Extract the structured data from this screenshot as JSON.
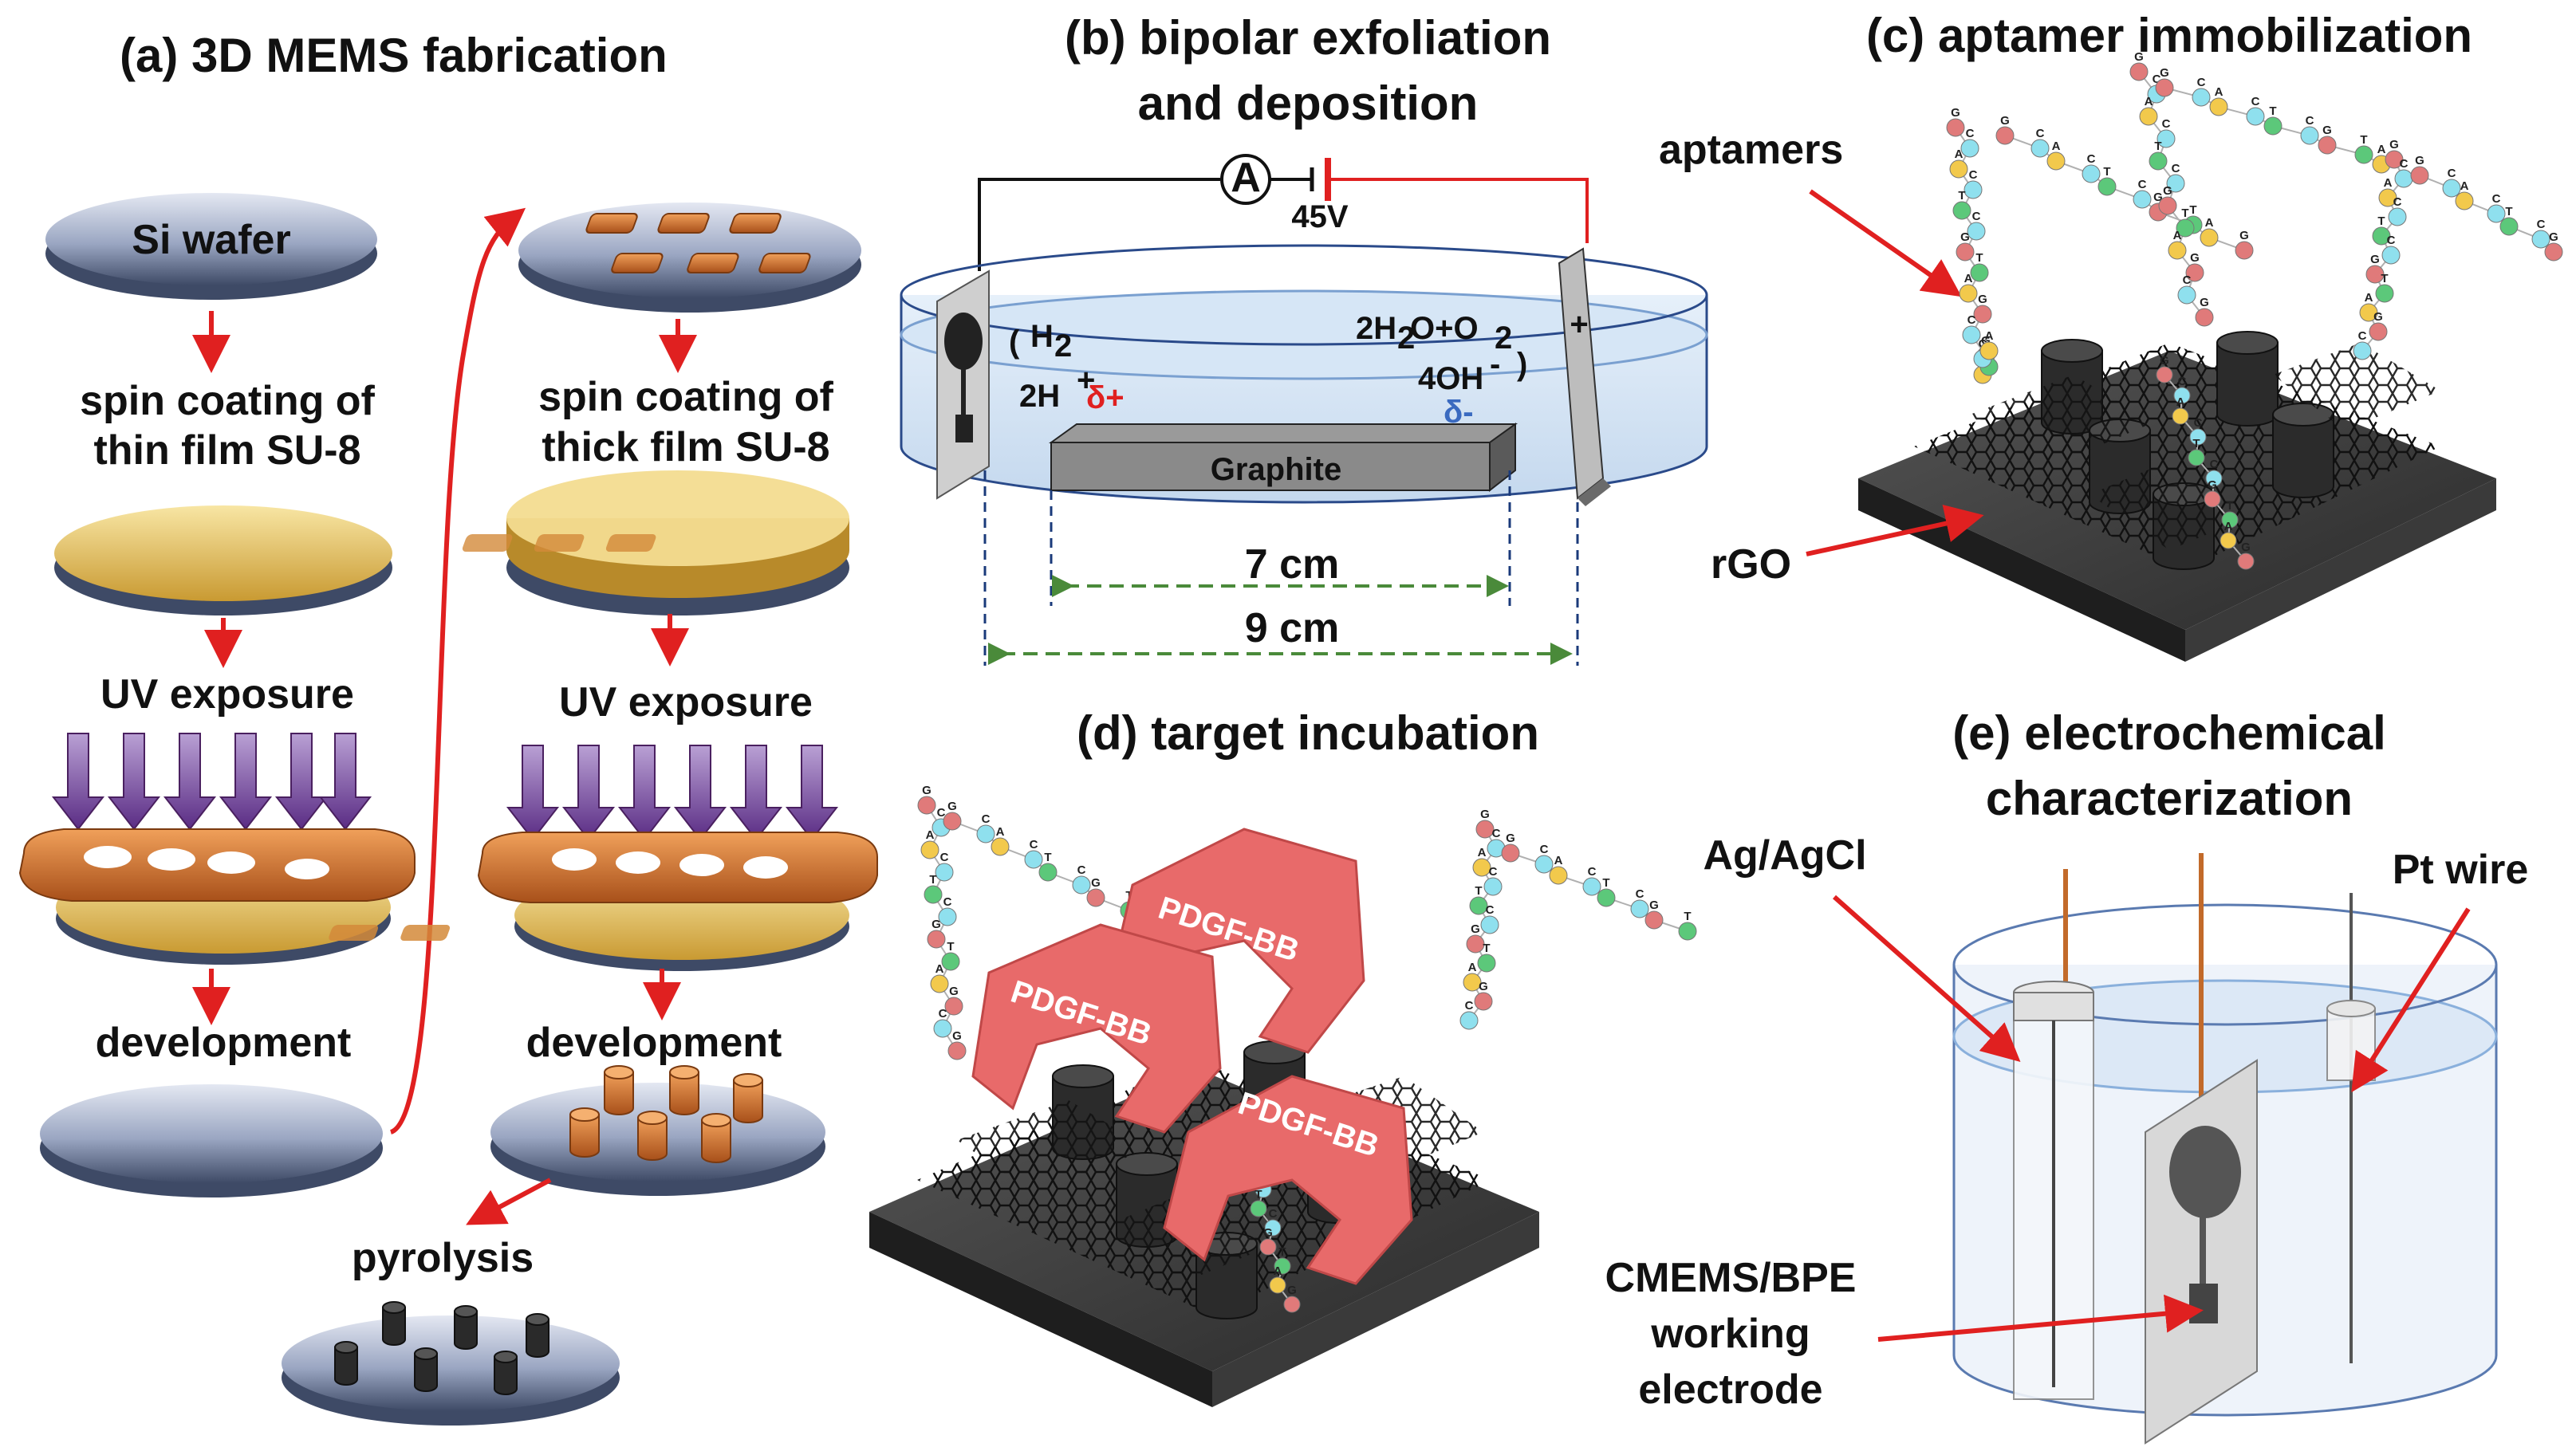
{
  "panel_a": {
    "title": "(a) 3D MEMS fabrication",
    "si_wafer": "Si wafer",
    "spin_thin_1": "spin coating of",
    "spin_thin_2": "thin film SU-8",
    "uv_exposure_left": "UV exposure",
    "development_left": "development",
    "spin_thick_1": "spin coating of",
    "spin_thick_2": "thick film SU-8",
    "uv_exposure_right": "UV exposure",
    "development_right": "development",
    "pyrolysis": "pyrolysis"
  },
  "panel_b": {
    "title_1": "(b) bipolar exfoliation",
    "title_2": "and deposition",
    "ammeter": "A",
    "voltage": "45V",
    "h2": "H",
    "h2_sub": "2",
    "h_plus": "2H",
    "h_plus_sup": "+",
    "delta_plus": "δ+",
    "water_left": "2H",
    "water_sub1": "2",
    "water_mid": "O+O",
    "water_sub2": "2",
    "oh": "4OH",
    "oh_sup": "-",
    "delta_minus": "δ-",
    "graphite": "Graphite",
    "dim_inner": "7 cm",
    "dim_outer": "9 cm"
  },
  "panel_c": {
    "title": "(c) aptamer immobilization",
    "aptamers": "aptamers",
    "rgo": "rGO"
  },
  "panel_d": {
    "title": "(d) target incubation",
    "protein": "PDGF-BB"
  },
  "panel_e": {
    "title_1": "(e) electrochemical",
    "title_2": "characterization",
    "reference": "Ag/AgCl",
    "counter": "Pt wire",
    "working_1": "CMEMS/BPE",
    "working_2": "working",
    "working_3": "electrode"
  },
  "aptamer_sequence": [
    "G",
    "C",
    "A",
    "C",
    "T",
    "C",
    "G",
    "T",
    "A",
    "G",
    "C",
    "G",
    "A",
    "T",
    "C",
    "A",
    "G",
    "T",
    "C",
    "C",
    "G",
    "G",
    "T",
    "A",
    "C",
    "G",
    "T",
    "C",
    "A",
    "G"
  ],
  "nucleotide_colors": {
    "A": "#f2c94c",
    "C": "#8fe0ee",
    "G": "#e07a7a",
    "T": "#5cc87a"
  },
  "colors": {
    "arrow_red": "#e02020",
    "su8_yellow": "#e8c66a",
    "photoresist_orange": "#e07a2a",
    "uv_purple": "#7a4aa0",
    "wafer_blue": "#7a8cb0",
    "carbon_dark": "#2a2a2a",
    "protein_red": "#e86a6a",
    "dim_green": "#4a8a3a",
    "dim_navy": "#1a3a7a"
  }
}
